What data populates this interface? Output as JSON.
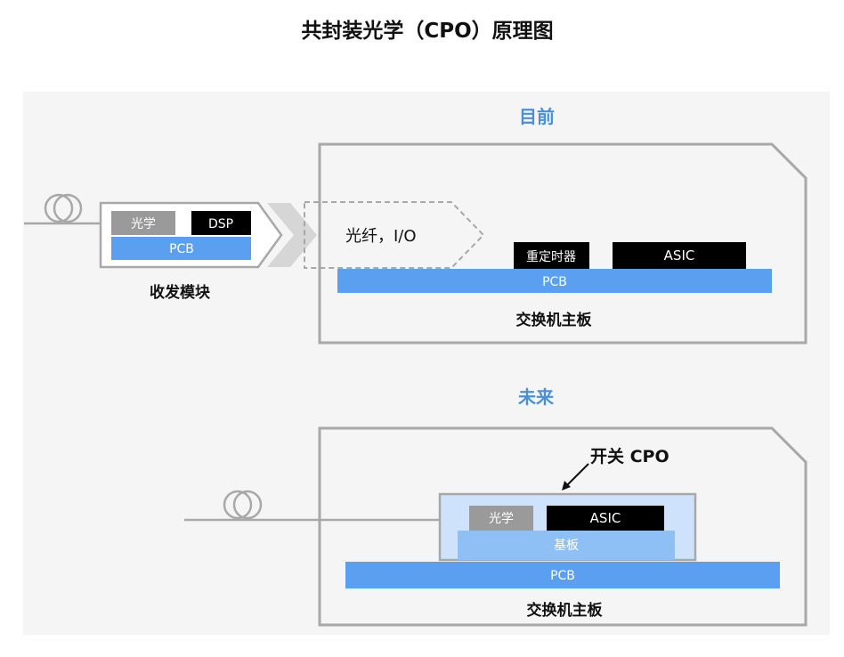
{
  "title": "共封装光学（CPO）原理图",
  "current": {
    "heading": "目前",
    "module": {
      "optics_label": "光学",
      "dsp_label": "DSP",
      "pcb_label": "PCB",
      "caption": "收发模块"
    },
    "fiber_io_label": "光纤，I/O",
    "retimer_label": "重定时器",
    "asic_label": "ASIC",
    "pcb_label": "PCB",
    "board_caption": "交换机主板"
  },
  "future": {
    "heading": "未来",
    "callout": "开关 CPO",
    "optics_label": "光学",
    "asic_label": "ASIC",
    "substrate_label": "基板",
    "pcb_label": "PCB",
    "board_caption": "交换机主板"
  },
  "colors": {
    "heading_blue": "#4a90d9",
    "pcb_blue": "#5a9ff0",
    "light_blue": "#8fc0f5",
    "package_blue": "#cfe2fb",
    "chip_black": "#000000",
    "optics_gray": "#9a9a9a",
    "outline_gray": "#a8a8a8",
    "panel_bg": "#f5f5f5"
  }
}
